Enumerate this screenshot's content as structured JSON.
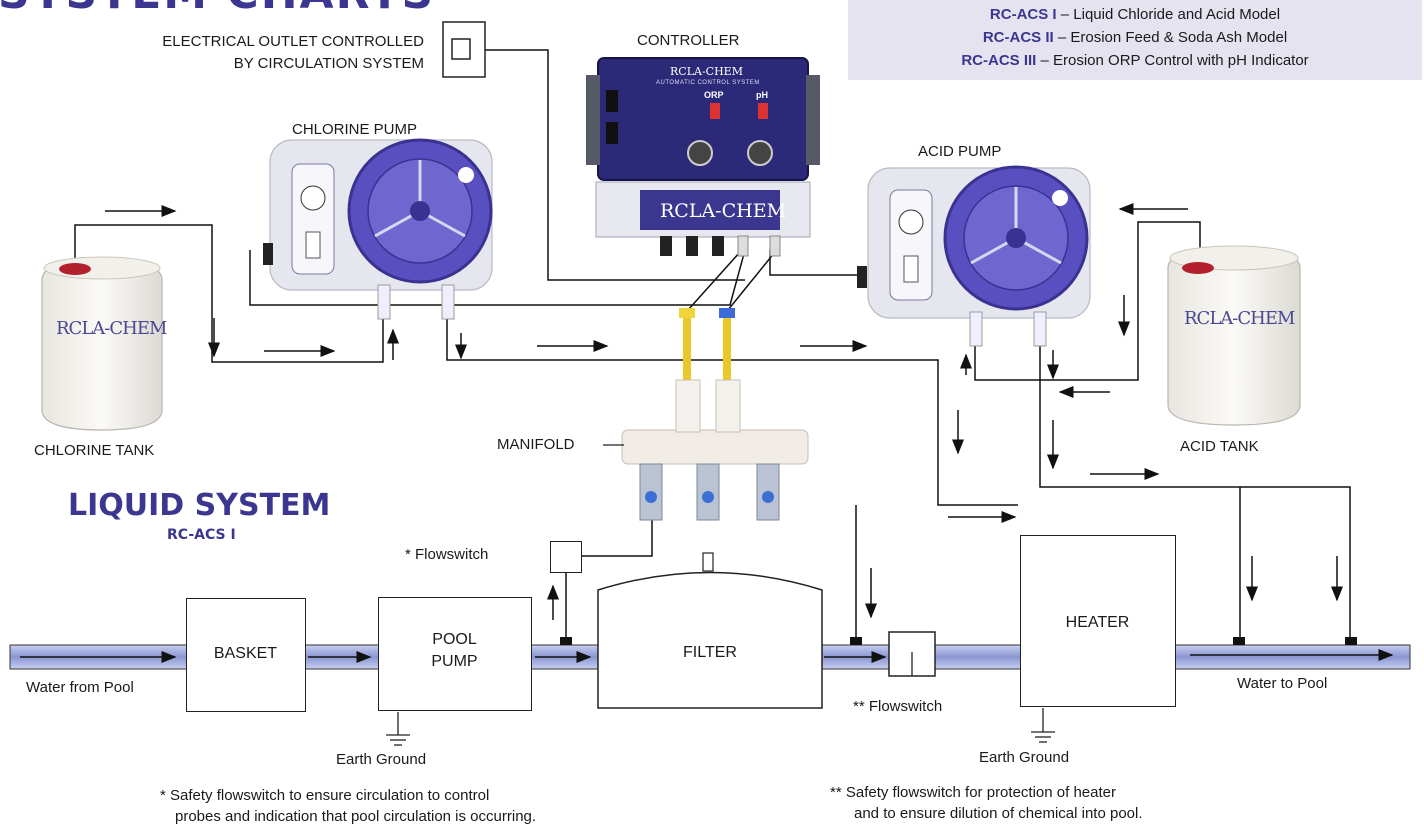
{
  "page": {
    "header_partial": "SYSTEM CHARTS",
    "system_title": "LIQUID SYSTEM",
    "system_model": "RC-ACS I"
  },
  "legend": {
    "rows": [
      {
        "code": "RC-ACS I",
        "desc": " – Liquid Chloride and Acid Model"
      },
      {
        "code": "RC-ACS II",
        "desc": " – Erosion Feed & Soda Ash Model"
      },
      {
        "code": "RC-ACS III",
        "desc": " – Erosion ORP Control with pH Indicator"
      }
    ]
  },
  "labels": {
    "outlet_line1": "ELECTRICAL OUTLET CONTROLLED",
    "outlet_line2": "BY CIRCULATION SYSTEM",
    "controller": "CONTROLLER",
    "chlorine_pump": "CHLORINE PUMP",
    "acid_pump": "ACID PUMP",
    "chlorine_tank": "CHLORINE TANK",
    "acid_tank": "ACID TANK",
    "manifold": "MANIFOLD",
    "flowswitch1": "* Flowswitch",
    "flowswitch2": "** Flowswitch",
    "water_from_pool": "Water from Pool",
    "water_to_pool": "Water to Pool",
    "earth_ground_1": "Earth Ground",
    "earth_ground_2": "Earth Ground"
  },
  "equipment": {
    "basket": "BASKET",
    "pool_pump_1": "POOL",
    "pool_pump_2": "PUMP",
    "filter": "FILTER",
    "heater": "HEATER"
  },
  "brand": {
    "tank_logo": "RCLA-CHEM",
    "controller_logo": "RCLA-CHEM",
    "controller_sub": "AUTOMATIC CONTROL SYSTEM",
    "orp": "ORP",
    "ph": "pH"
  },
  "notes": {
    "note1_line1": "* Safety flowswitch to ensure circulation to control",
    "note1_line2": "probes and indication that pool circulation is occurring.",
    "note2_line1": "** Safety flowswitch for protection of heater",
    "note2_line2": "and to ensure dilution of chemical into pool."
  },
  "colors": {
    "brand_purple": "#3b3790",
    "pump_violet": "#5a4fc0",
    "pipe_blue": "#9aa6d8",
    "legend_bg": "#e5e3ef"
  }
}
